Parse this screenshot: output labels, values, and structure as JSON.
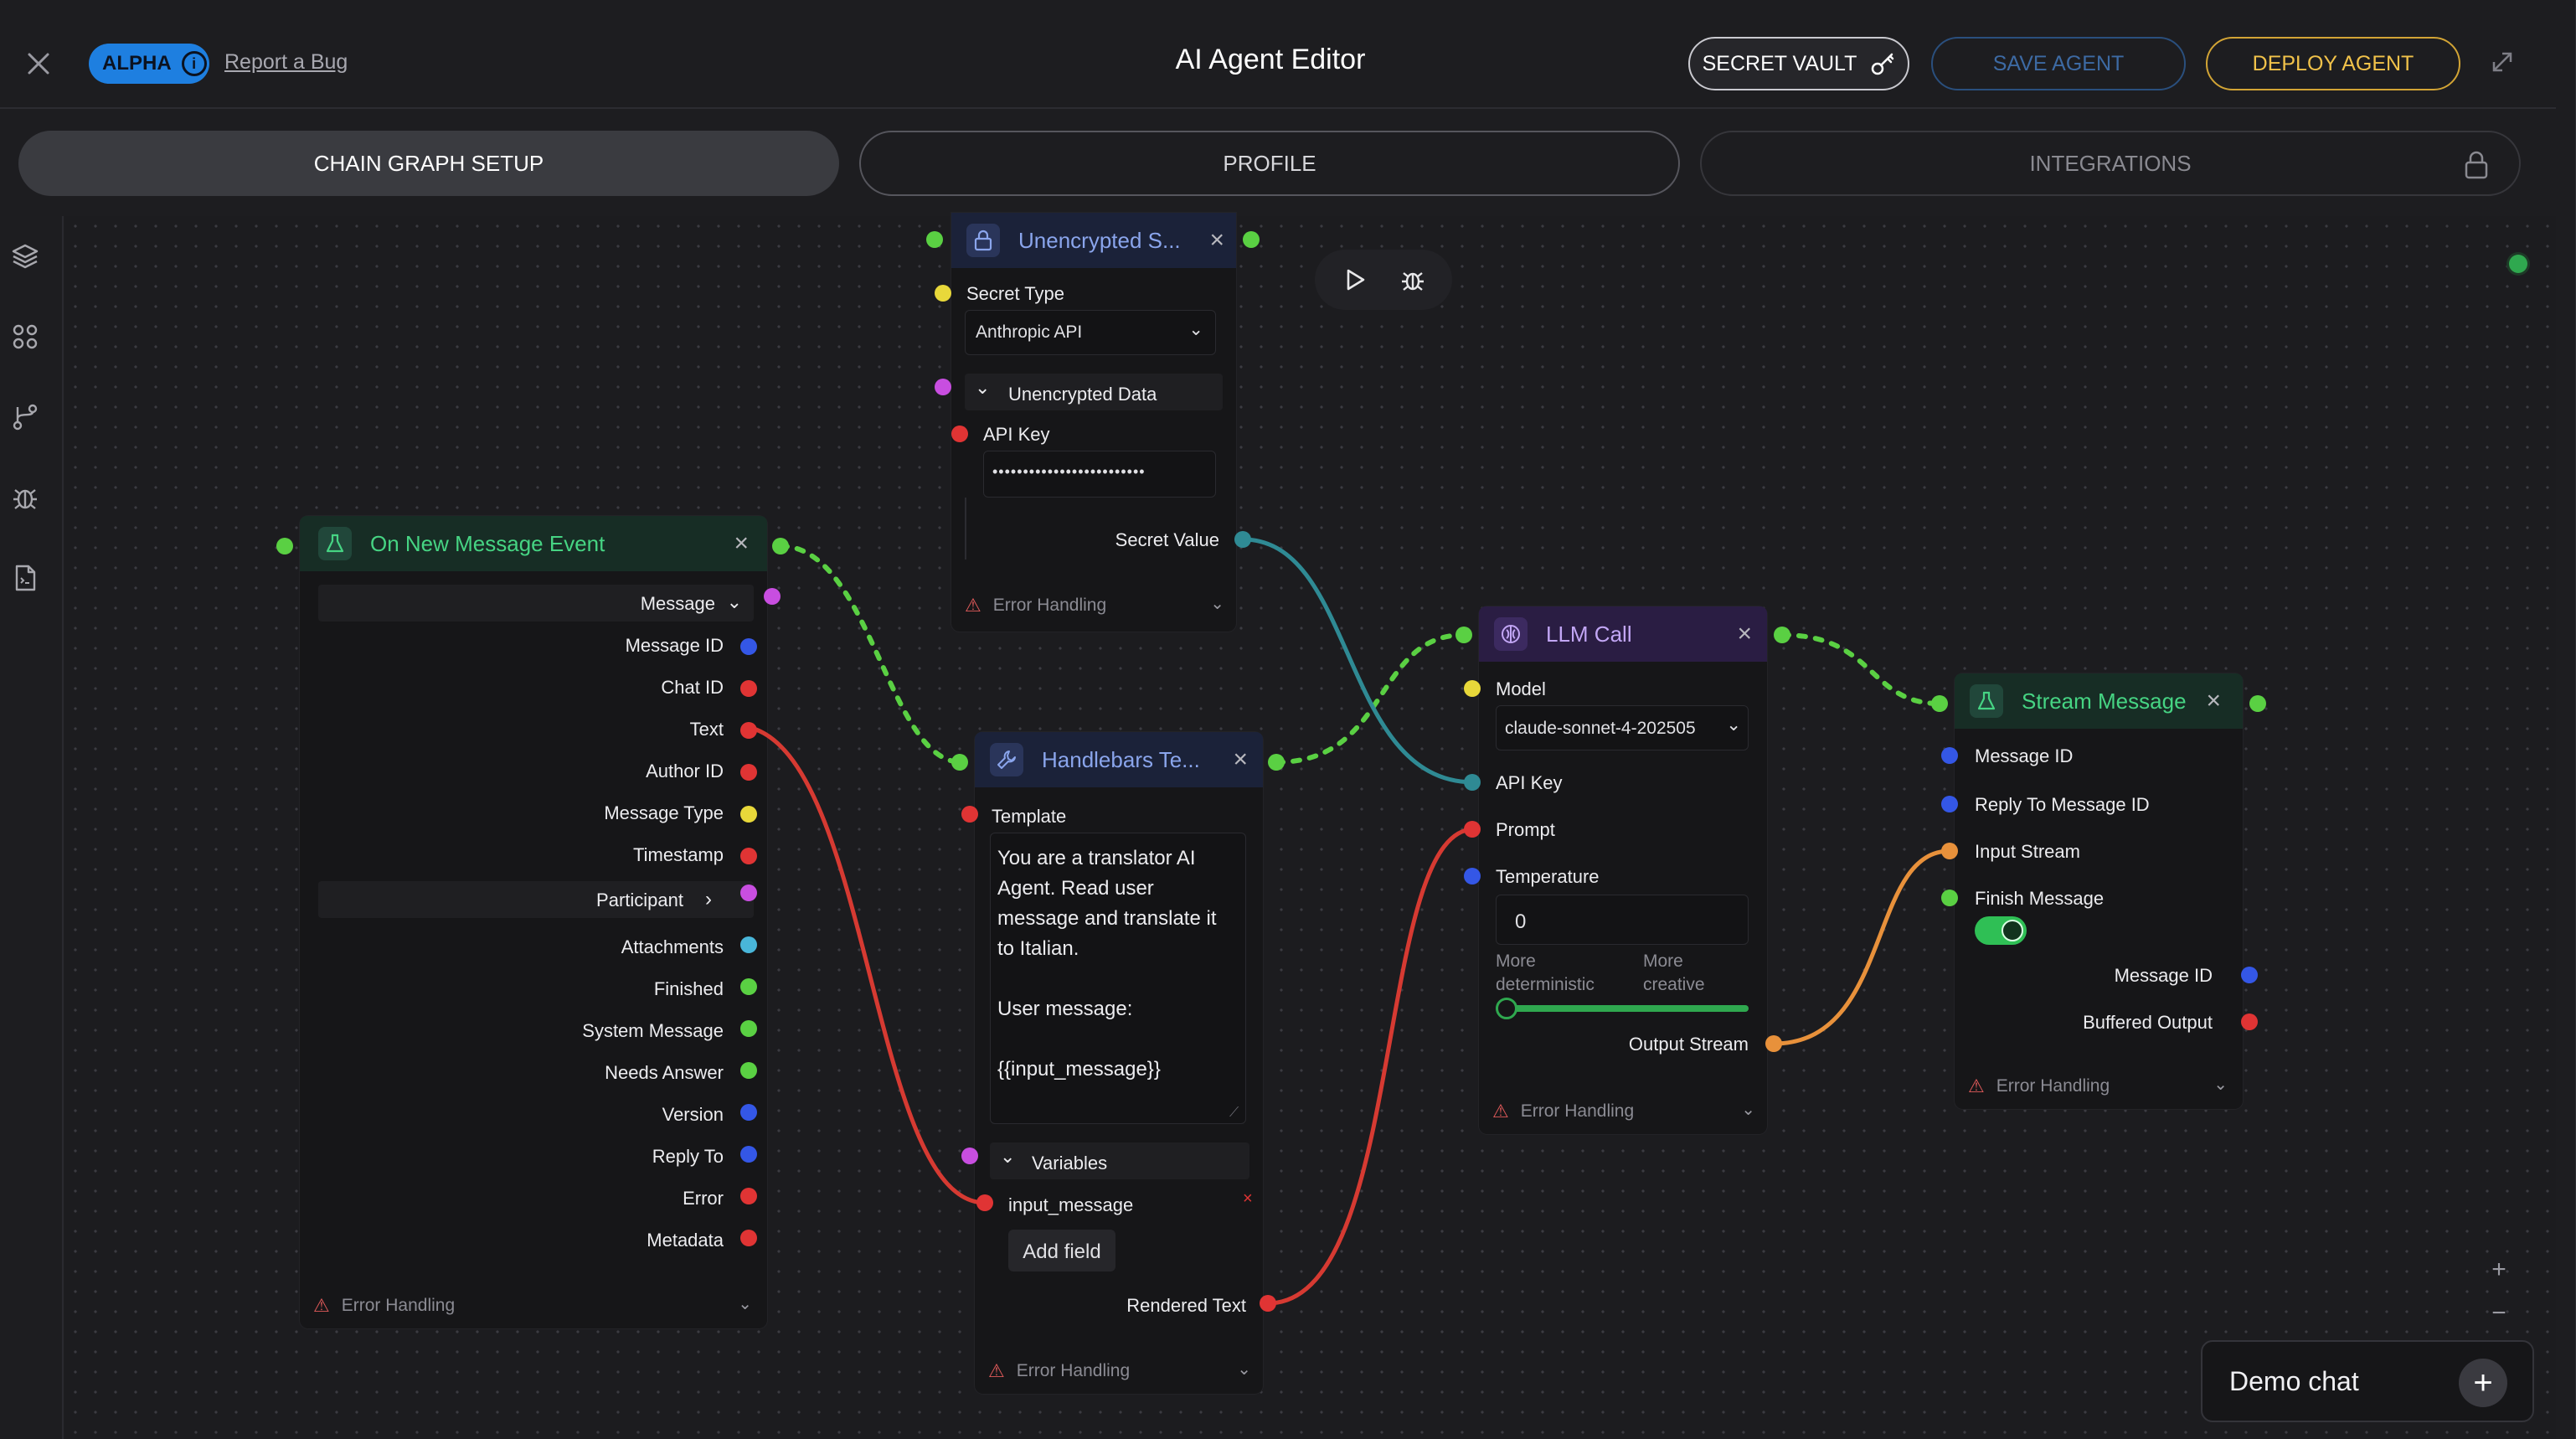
{
  "header": {
    "alpha_badge": "ALPHA",
    "report_bug": "Report a Bug",
    "title": "AI Agent Editor",
    "secret_vault": "SECRET VAULT",
    "save_agent": "SAVE AGENT",
    "deploy_agent": "DEPLOY AGENT"
  },
  "tabs": {
    "chain": "CHAIN GRAPH SETUP",
    "profile": "PROFILE",
    "integrations": "INTEGRATIONS"
  },
  "colors": {
    "accent_blue": "#1e7fe0",
    "deploy_gold": "#f1c24a",
    "wire_green": "#5ad043",
    "wire_red": "#d63a32",
    "wire_teal": "#2f8a94",
    "wire_orange": "#e8913b"
  },
  "nodes": {
    "message_event": {
      "title": "On New Message Event",
      "message_section": "Message",
      "participant_section": "Participant",
      "outputs": [
        "Message ID",
        "Chat ID",
        "Text",
        "Author ID",
        "Message Type",
        "Timestamp"
      ],
      "outputs2": [
        "Attachments",
        "Finished",
        "System Message",
        "Needs Answer",
        "Version",
        "Reply To",
        "Error",
        "Metadata"
      ],
      "error_handling": "Error Handling"
    },
    "secret": {
      "title": "Unencrypted S...",
      "secret_type_label": "Secret Type",
      "secret_type_value": "Anthropic API",
      "unencrypted_data": "Unencrypted Data",
      "api_key_label": "API Key",
      "api_key_value": "•••••••••••••••••••••••••",
      "secret_value": "Secret Value",
      "error_handling": "Error Handling"
    },
    "handlebars": {
      "title": "Handlebars Te...",
      "template_label": "Template",
      "template_text": "You are a translator AI\nAgent. Read user\nmessage and translate it\nto Italian.\n\nUser message:\n\n{{input_message}}",
      "variables": "Variables",
      "variable_name": "input_message",
      "add_field": "Add field",
      "rendered_text": "Rendered Text",
      "error_handling": "Error Handling"
    },
    "llm": {
      "title": "LLM Call",
      "model_label": "Model",
      "model_value": "claude-sonnet-4-202505",
      "api_key_label": "API Key",
      "prompt_label": "Prompt",
      "temperature_label": "Temperature",
      "temperature_value": "0",
      "slider_left": "More\ndeterministic",
      "slider_right": "More\ncreative",
      "temperature_fraction": 0,
      "output_stream": "Output Stream",
      "error_handling": "Error Handling"
    },
    "stream": {
      "title": "Stream Message",
      "message_id": "Message ID",
      "reply_to": "Reply To Message ID",
      "input_stream": "Input Stream",
      "finish_message": "Finish Message",
      "finish_toggle": true,
      "out_message_id": "Message ID",
      "buffered_output": "Buffered Output",
      "error_handling": "Error Handling"
    }
  },
  "demo_chat": {
    "label": "Demo chat"
  }
}
